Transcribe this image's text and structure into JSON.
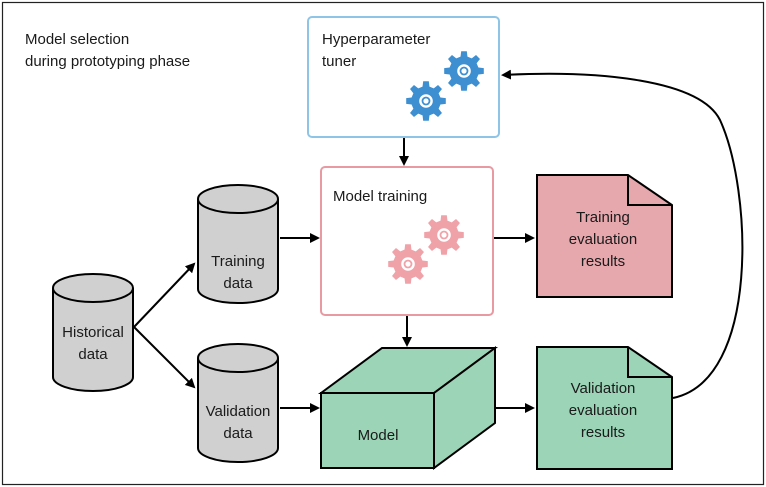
{
  "caption": {
    "line1": "Model selection",
    "line2": "during prototyping phase"
  },
  "hyperparameter_tuner": {
    "line1": "Hyperparameter",
    "line2": "tuner",
    "color": "#4a9fd5"
  },
  "model_training": {
    "label": "Model training",
    "color": "#e79aa2"
  },
  "historical_data": {
    "line1": "Historical",
    "line2": "data"
  },
  "training_data": {
    "line1": "Training",
    "line2": "data"
  },
  "validation_data": {
    "line1": "Validation",
    "line2": "data"
  },
  "model": {
    "label": "Model",
    "color": "#9bd4b6"
  },
  "training_results": {
    "line1": "Training",
    "line2": "evaluation",
    "line3": "results",
    "color": "#e6a8ad"
  },
  "validation_results": {
    "line1": "Validation",
    "line2": "evaluation",
    "line3": "results",
    "color": "#9bd4b6"
  },
  "colors": {
    "database_fill": "#d0d0d0",
    "stroke": "#000000",
    "gear_blue": "#3d8fd1",
    "gear_pink": "#f0a2a9"
  },
  "icons": [
    "gear-icon",
    "database-icon",
    "document-icon",
    "cube-icon"
  ]
}
